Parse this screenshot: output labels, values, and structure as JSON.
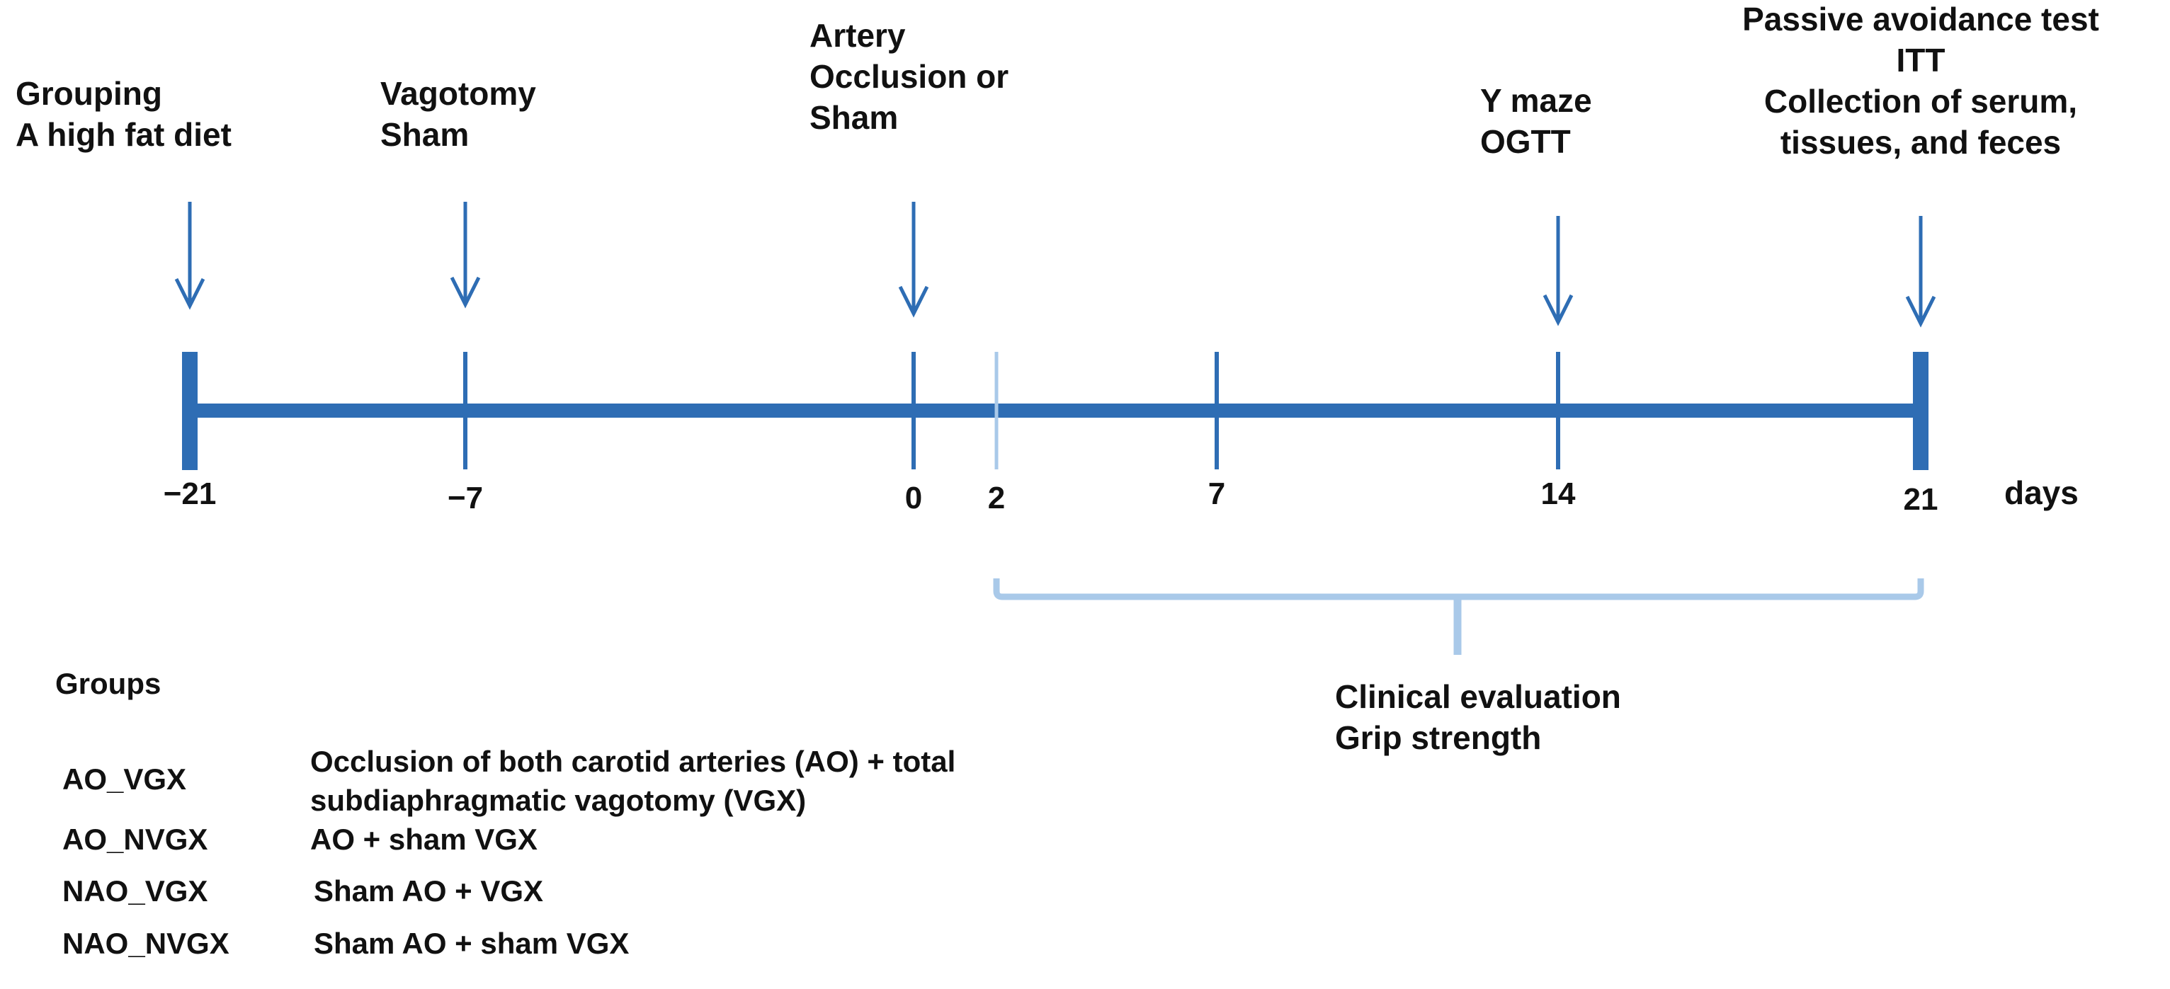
{
  "colors": {
    "axis": "#2e6db4",
    "light": "#a9c9e9",
    "text": "#111111"
  },
  "unit_label": "days",
  "timeline": [
    {
      "day": -21,
      "tick_label": "−21",
      "kind": "end",
      "arrow": true,
      "event_lines": [
        "Grouping",
        "A high fat diet"
      ]
    },
    {
      "day": -7,
      "tick_label": "−7",
      "kind": "tick",
      "arrow": true,
      "event_lines": [
        "Vagotomy",
        "Sham"
      ]
    },
    {
      "day": 0,
      "tick_label": "0",
      "kind": "tick",
      "arrow": true,
      "event_lines": [
        "Artery",
        "Occlusion or",
        "Sham"
      ]
    },
    {
      "day": 2,
      "tick_label": "2",
      "kind": "light",
      "arrow": false,
      "event_lines": []
    },
    {
      "day": 7,
      "tick_label": "7",
      "kind": "tick",
      "arrow": false,
      "event_lines": []
    },
    {
      "day": 14,
      "tick_label": "14",
      "kind": "tick",
      "arrow": true,
      "event_lines": [
        "Y maze",
        "OGTT"
      ]
    },
    {
      "day": 21,
      "tick_label": "21",
      "kind": "end",
      "arrow": true,
      "event_lines": [
        "Passive avoidance test",
        "ITT",
        "Collection of serum,",
        "tissues, and feces"
      ]
    }
  ],
  "span": {
    "from_day": 2,
    "to_day": 21,
    "label_lines": [
      "Clinical evaluation",
      "Grip strength"
    ]
  },
  "groups": {
    "heading": "Groups",
    "items": [
      {
        "name": "AO_VGX",
        "desc_lines": [
          "Occlusion of both carotid arteries (AO) + total",
          "subdiaphragmatic vagotomy (VGX)"
        ]
      },
      {
        "name": "AO_NVGX",
        "desc_lines": [
          "AO + sham VGX"
        ]
      },
      {
        "name": "NAO_VGX",
        "desc_lines": [
          "Sham AO + VGX"
        ]
      },
      {
        "name": "NAO_NVGX",
        "desc_lines": [
          "Sham AO + sham VGX"
        ]
      }
    ]
  }
}
